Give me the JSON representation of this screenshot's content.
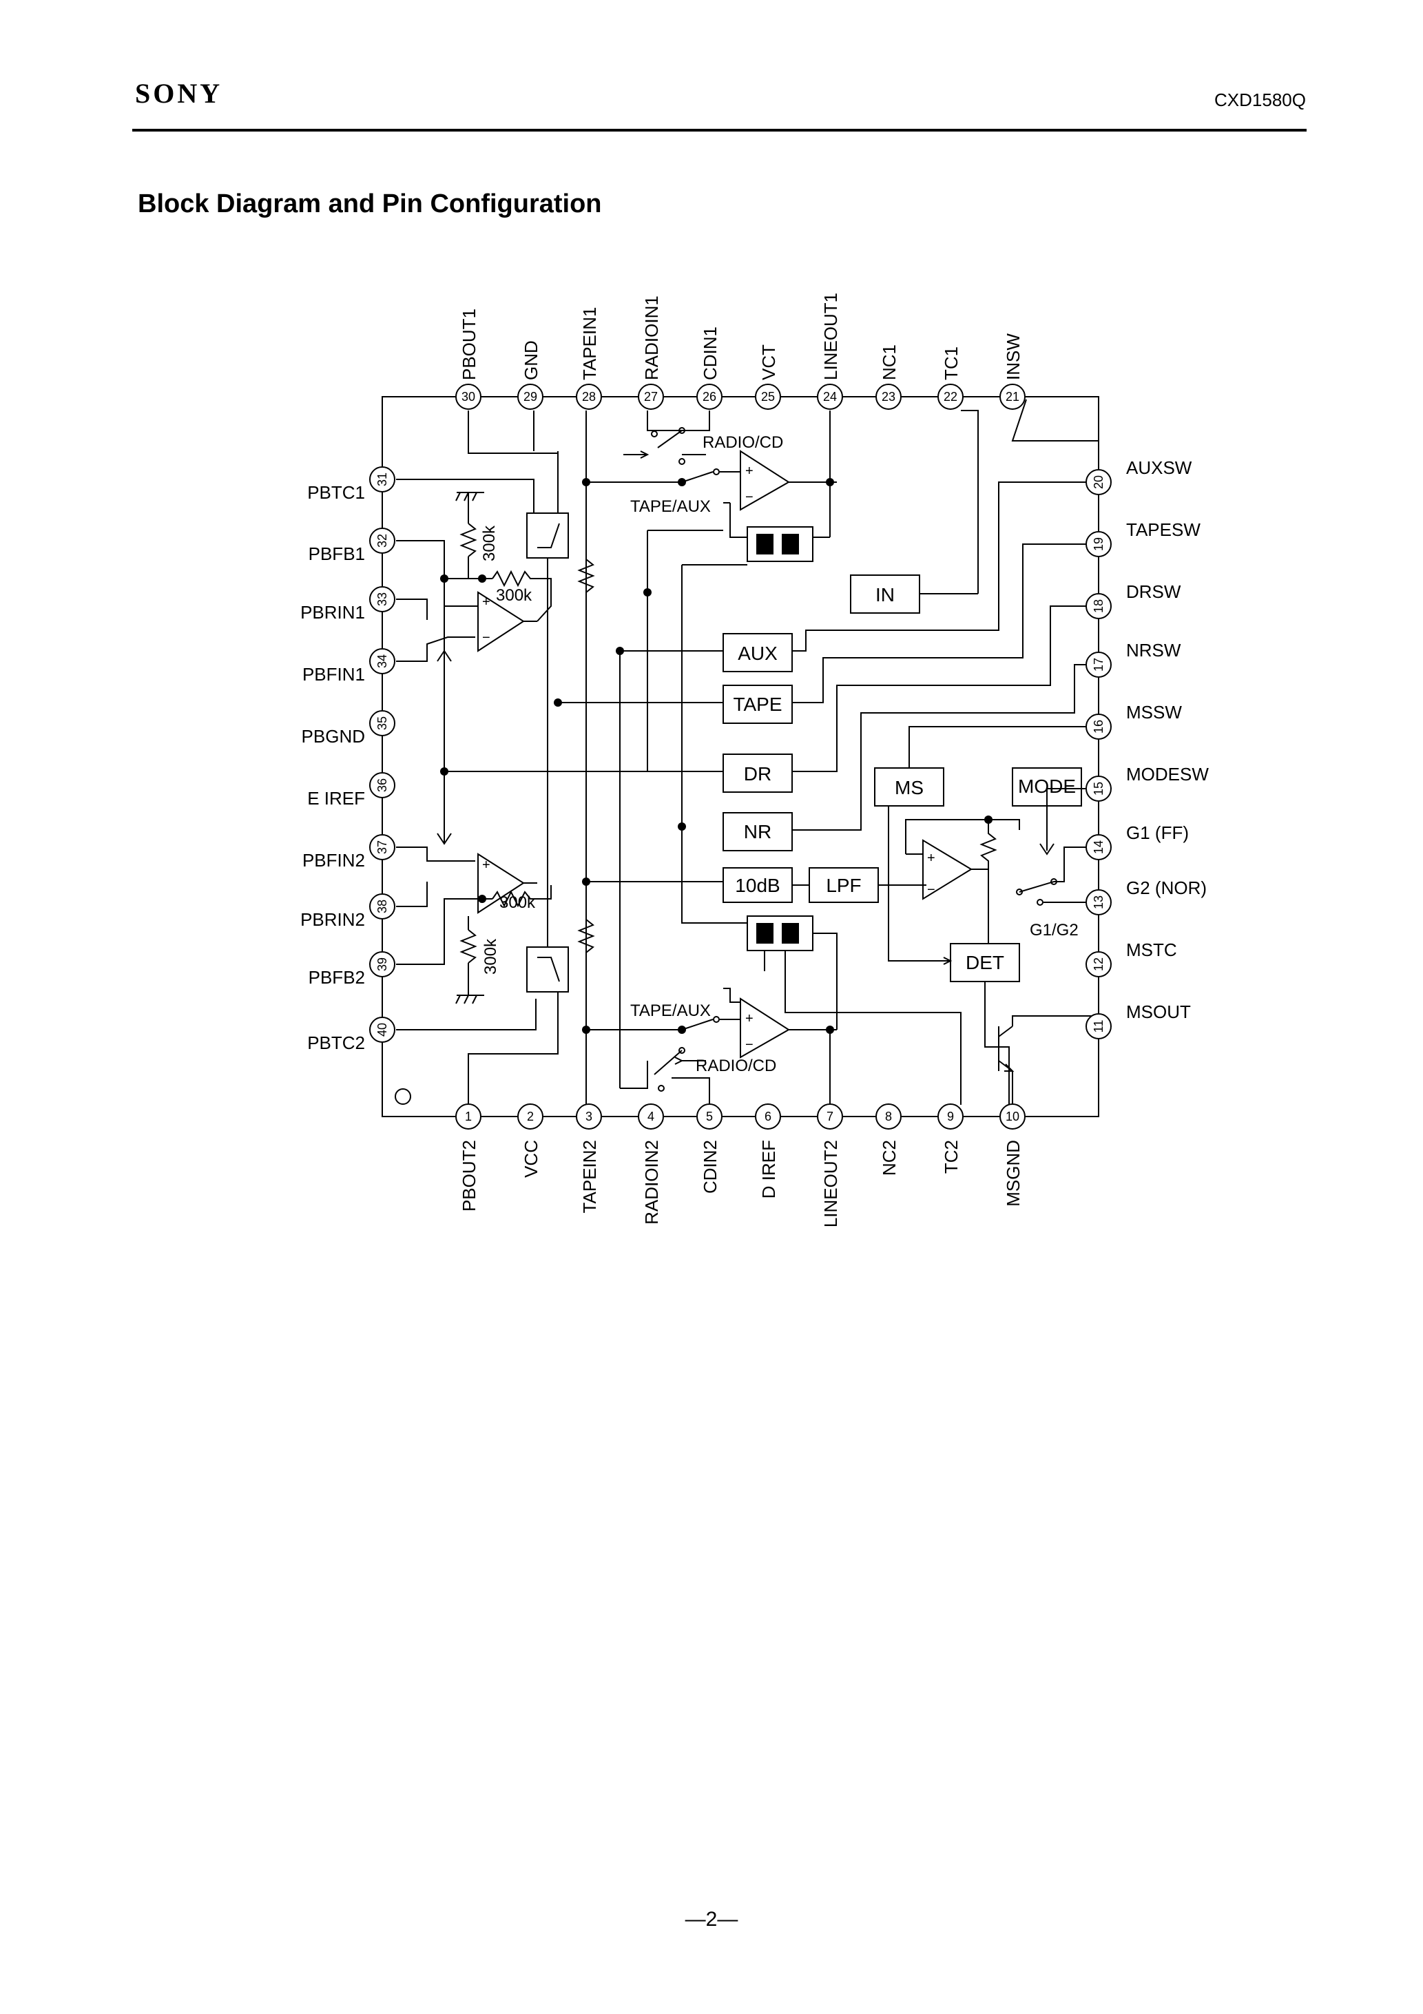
{
  "header": {
    "brand": "SONY",
    "part_number": "CXD1580Q"
  },
  "title": "Block Diagram and Pin Configuration",
  "footer": {
    "page": "—2—"
  },
  "pins": {
    "top": [
      {
        "n": "30",
        "name": "PBOUT1"
      },
      {
        "n": "29",
        "name": "GND"
      },
      {
        "n": "28",
        "name": "TAPEIN1"
      },
      {
        "n": "27",
        "name": "RADIOIN1"
      },
      {
        "n": "26",
        "name": "CDIN1"
      },
      {
        "n": "25",
        "name": "VCT"
      },
      {
        "n": "24",
        "name": "LINEOUT1"
      },
      {
        "n": "23",
        "name": "NC1"
      },
      {
        "n": "22",
        "name": "TC1"
      },
      {
        "n": "21",
        "name": "INSW"
      }
    ],
    "bottom": [
      {
        "n": "1",
        "name": "PBOUT2"
      },
      {
        "n": "2",
        "name": "VCC"
      },
      {
        "n": "3",
        "name": "TAPEIN2"
      },
      {
        "n": "4",
        "name": "RADIOIN2"
      },
      {
        "n": "5",
        "name": "CDIN2"
      },
      {
        "n": "6",
        "name": "D IREF"
      },
      {
        "n": "7",
        "name": "LINEOUT2"
      },
      {
        "n": "8",
        "name": "NC2"
      },
      {
        "n": "9",
        "name": "TC2"
      },
      {
        "n": "10",
        "name": "MSGND"
      }
    ],
    "left": [
      {
        "n": "31",
        "name": "PBTC1"
      },
      {
        "n": "32",
        "name": "PBFB1"
      },
      {
        "n": "33",
        "name": "PBRIN1"
      },
      {
        "n": "34",
        "name": "PBFIN1"
      },
      {
        "n": "35",
        "name": "PBGND"
      },
      {
        "n": "36",
        "name": "E IREF"
      },
      {
        "n": "37",
        "name": "PBFIN2"
      },
      {
        "n": "38",
        "name": "PBRIN2"
      },
      {
        "n": "39",
        "name": "PBFB2"
      },
      {
        "n": "40",
        "name": "PBTC2"
      }
    ],
    "right": [
      {
        "n": "20",
        "name": "AUXSW"
      },
      {
        "n": "19",
        "name": "TAPESW"
      },
      {
        "n": "18",
        "name": "DRSW"
      },
      {
        "n": "17",
        "name": "NRSW"
      },
      {
        "n": "16",
        "name": "MSSW"
      },
      {
        "n": "15",
        "name": "MODESW"
      },
      {
        "n": "14",
        "name": "G1 (FF)"
      },
      {
        "n": "13",
        "name": "G2 (NOR)"
      },
      {
        "n": "12",
        "name": "MSTC"
      },
      {
        "n": "11",
        "name": "MSOUT"
      }
    ]
  },
  "blocks": {
    "in": "IN",
    "aux": "AUX",
    "tape": "TAPE",
    "dr": "DR",
    "nr": "NR",
    "gain": "10dB",
    "lpf": "LPF",
    "ms": "MS",
    "mode": "MODE",
    "det": "DET"
  },
  "labels": {
    "radio_cd_top": "RADIO/CD",
    "tape_aux_top": "TAPE/AUX",
    "tape_aux_bottom": "TAPE/AUX",
    "radio_cd_bottom": "RADIO/CD",
    "g1g2": "G1/G2",
    "r_top_v": "300k",
    "r_top_h": "300k",
    "r_bot_h": "300k",
    "r_bot_v": "300k",
    "plus": "+",
    "minus": "−"
  }
}
